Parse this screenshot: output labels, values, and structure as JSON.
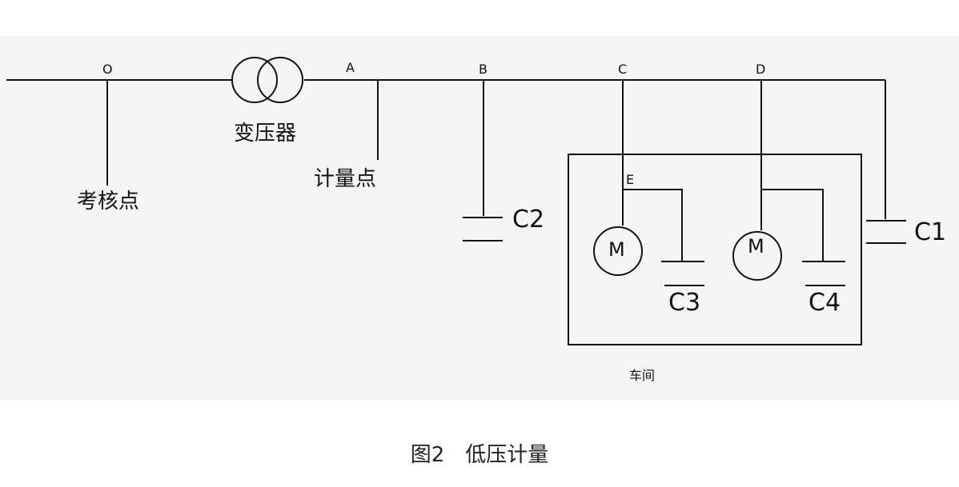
{
  "diagram": {
    "nodes": {
      "o": "O",
      "a": "A",
      "b": "B",
      "c": "C",
      "d": "D",
      "e": "E"
    },
    "labels": {
      "assessment_point": "考核点",
      "transformer": "变压器",
      "metering_point": "计量点",
      "workshop": "车间"
    },
    "capacitors": {
      "c1": "C1",
      "c2": "C2",
      "c3": "C3",
      "c4": "C4"
    },
    "motor": "M"
  },
  "caption": "图2　低压计量"
}
